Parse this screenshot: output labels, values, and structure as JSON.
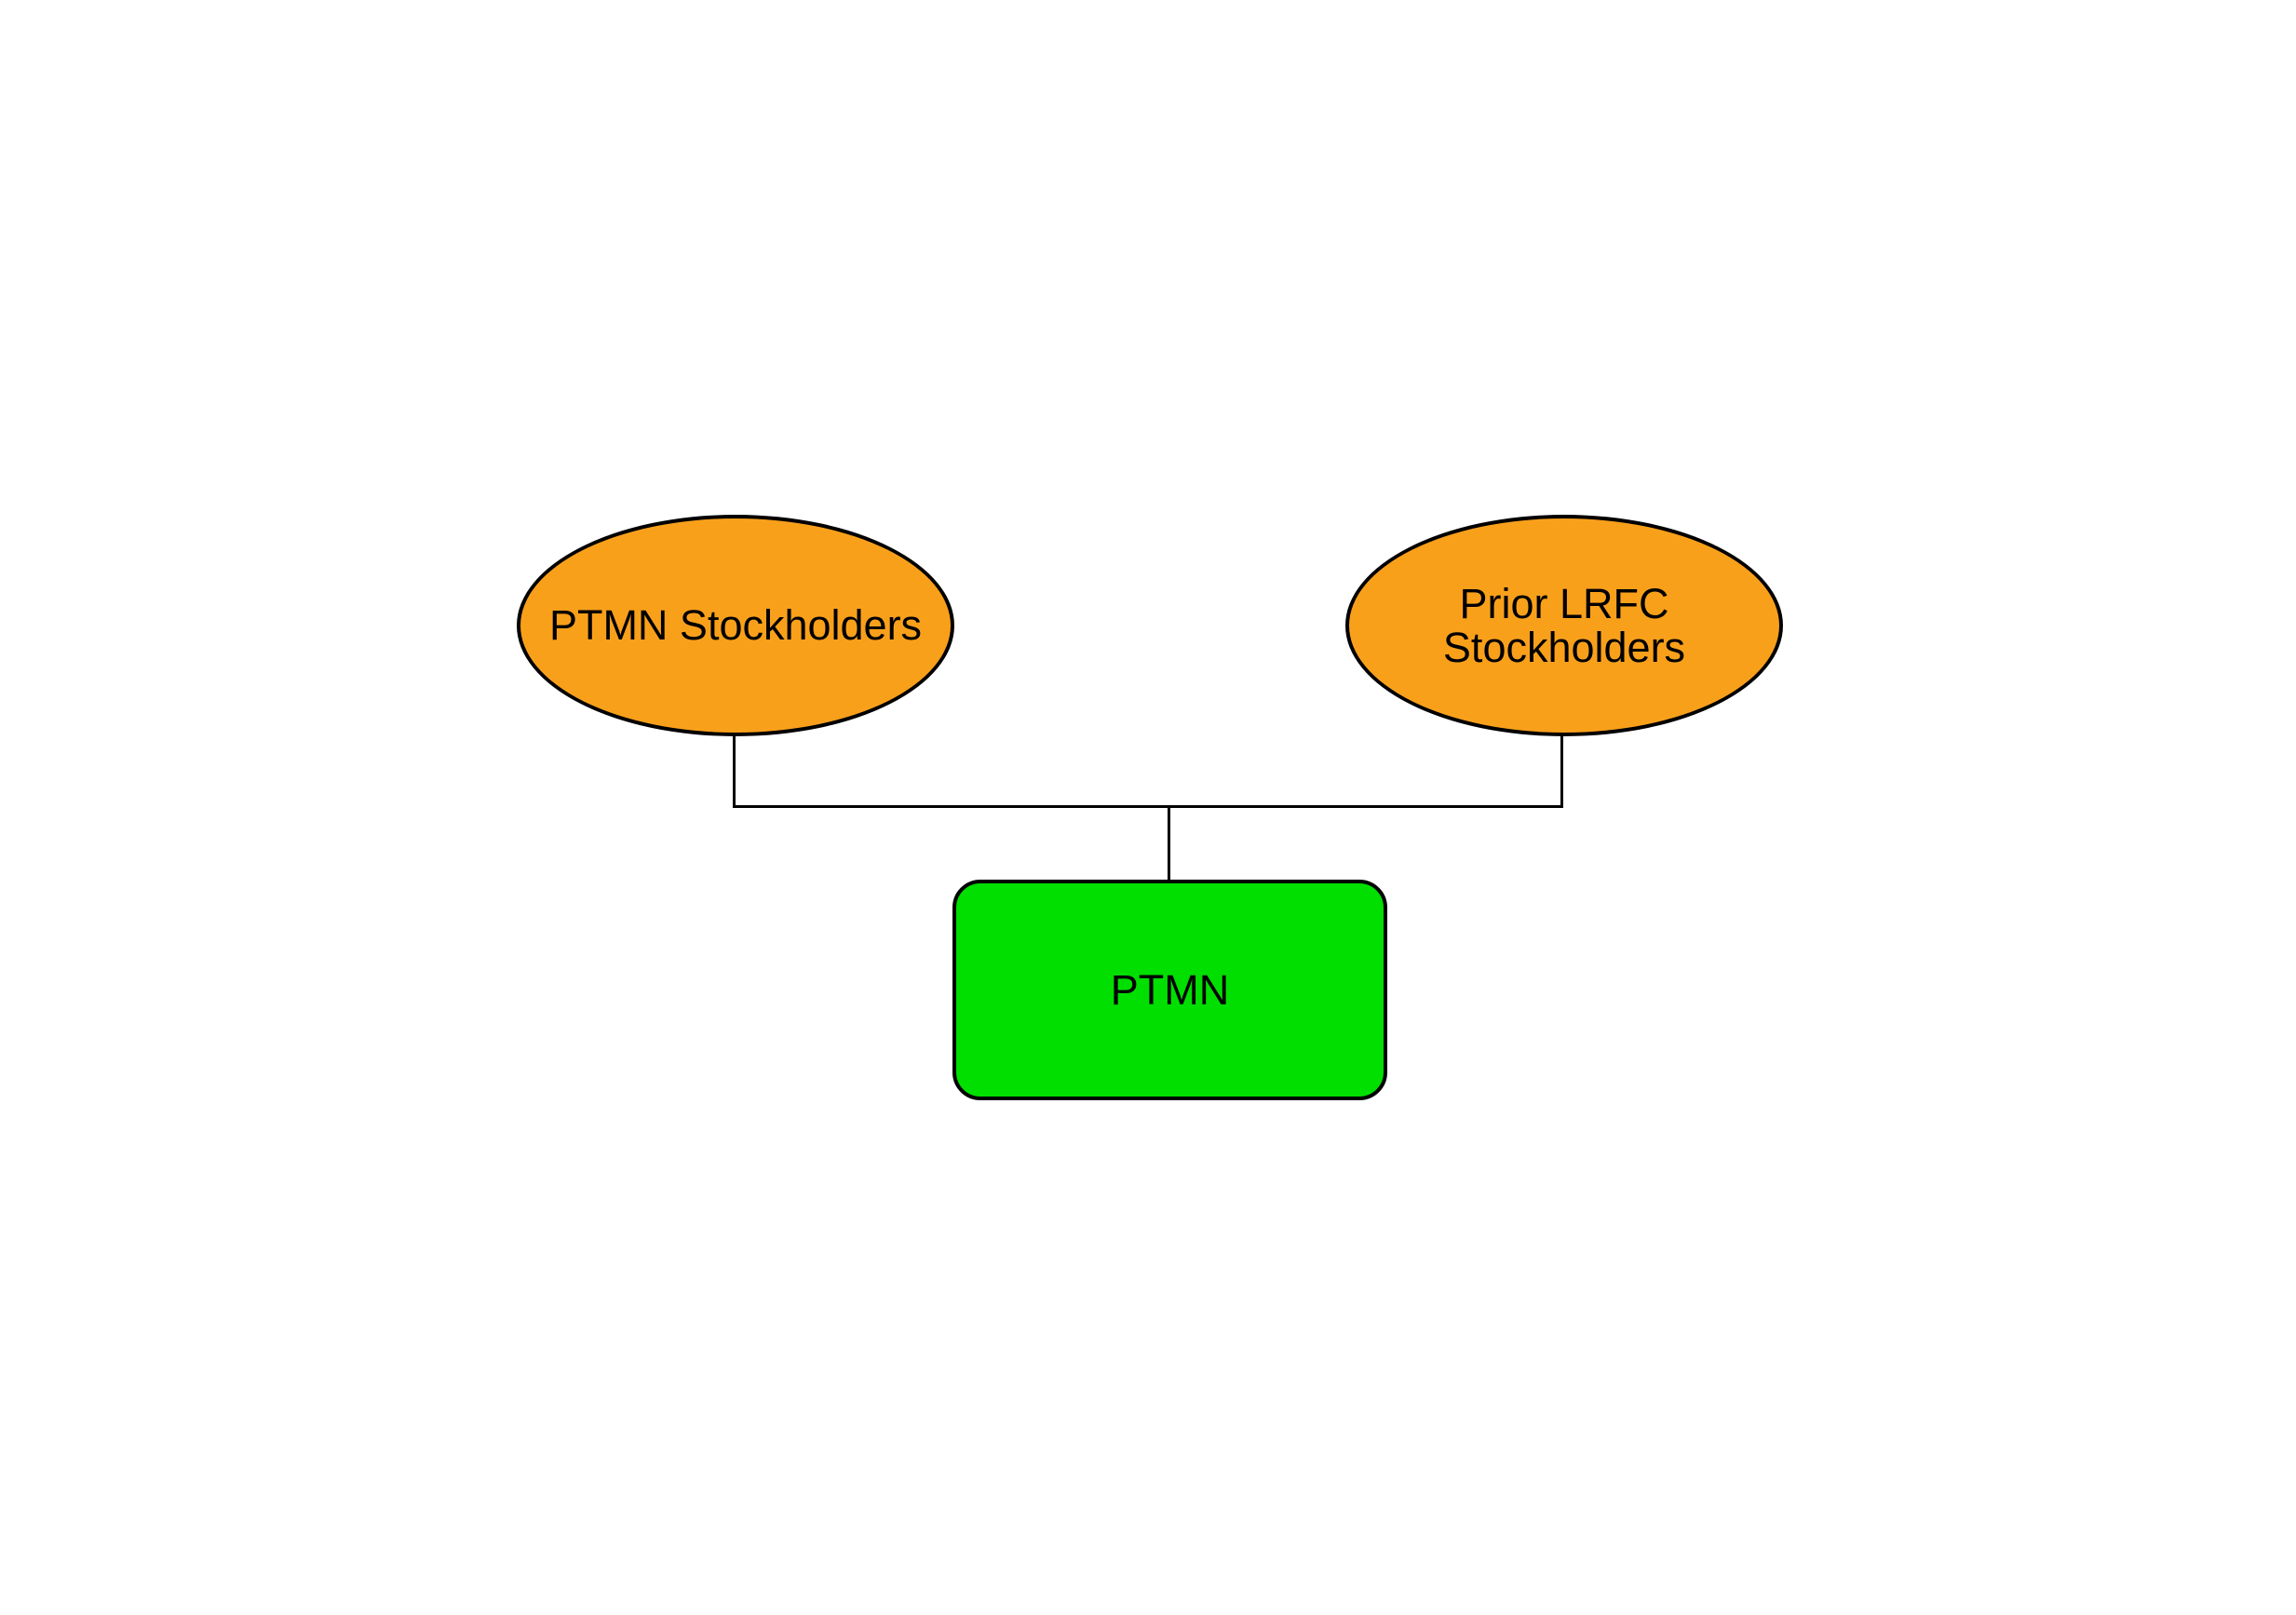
{
  "colors": {
    "canvas-bg": "#FFFFFF",
    "ellipse-fill": "#F9A01B",
    "rect-fill": "#00DF00",
    "border-color": "#000000",
    "line-color": "#000000",
    "text-color": "#000000"
  },
  "diagram": {
    "nodes": [
      {
        "id": "ptmn-stockholders",
        "shape": "ellipse",
        "fill": "#F9A01B",
        "label": "PTMN Stockholders"
      },
      {
        "id": "prior-lrfc-stockholders",
        "shape": "ellipse",
        "fill": "#F9A01B",
        "label": "Prior LRFC\nStockholders"
      },
      {
        "id": "ptmn",
        "shape": "rounded-rect",
        "fill": "#00DF00",
        "label": "PTMN"
      }
    ],
    "edges": [
      {
        "from": "ptmn-stockholders",
        "to": "ptmn"
      },
      {
        "from": "prior-lrfc-stockholders",
        "to": "ptmn"
      }
    ]
  }
}
